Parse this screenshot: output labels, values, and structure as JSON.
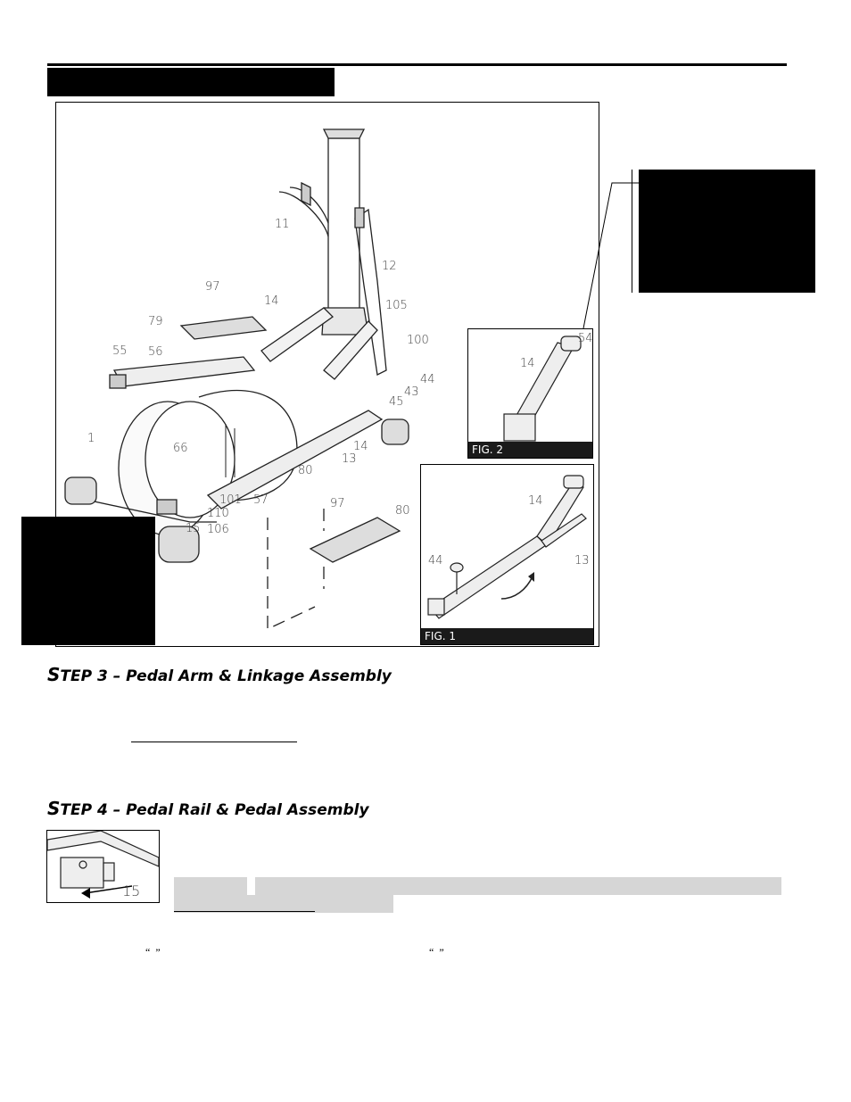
{
  "diagram": {
    "part_labels": [
      "11",
      "12",
      "14",
      "105",
      "100",
      "44",
      "43",
      "45",
      "97",
      "79",
      "55",
      "56",
      "1",
      "66",
      "101",
      "57",
      "110",
      "106",
      "15",
      "13",
      "80"
    ],
    "fig2": {
      "label": "FIG. 2",
      "parts": [
        "54",
        "14"
      ]
    },
    "fig1": {
      "label": "FIG. 1",
      "parts": [
        "14",
        "44",
        "13"
      ]
    },
    "thumbnail_part": "15"
  },
  "step3": {
    "letter": "S",
    "title_rest": "TEP 3 – Pedal Arm & Linkage Assembly"
  },
  "step4": {
    "letter": "S",
    "title_rest": "TEP 4 – Pedal Rail & Pedal Assembly"
  },
  "quotes": {
    "open": "“",
    "close": "”"
  }
}
